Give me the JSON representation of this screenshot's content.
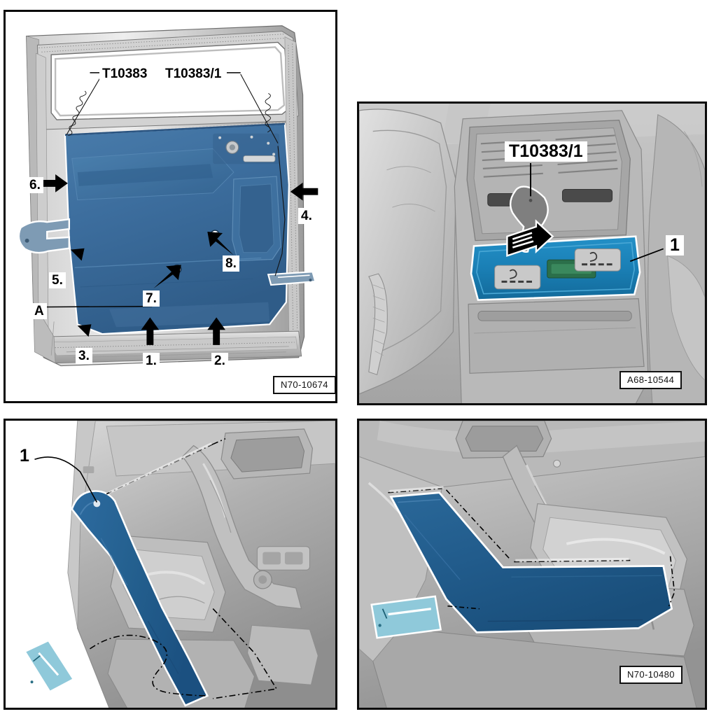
{
  "document": {
    "type": "vehicle-service-manual-illustration-sheet",
    "panel_count": 4
  },
  "panels": [
    {
      "id": "door-removal",
      "position": "top-left",
      "figure_id": "N70-10674",
      "description": "Rear door with door trim panel highlighted in blue, removal sequence arrows 1-8 and special tools T10383 / T10383/1",
      "tool_labels": [
        {
          "name": "T10383",
          "text": "T10383"
        },
        {
          "name": "T10383/1",
          "text": "T10383/1"
        }
      ],
      "letter_callouts": [
        {
          "text": "A"
        }
      ],
      "step_callouts": [
        {
          "text": "1.",
          "arrow": "up"
        },
        {
          "text": "2.",
          "arrow": "up"
        },
        {
          "text": "3.",
          "arrow": "diagonal-up-left"
        },
        {
          "text": "4.",
          "arrow": "left"
        },
        {
          "text": "5.",
          "arrow": "diagonal-up-right"
        },
        {
          "text": "6.",
          "arrow": "right"
        },
        {
          "text": "7.",
          "arrow": "diagonal-up-right"
        },
        {
          "text": "8.",
          "arrow": "diagonal-up-left"
        }
      ]
    },
    {
      "id": "console-trim",
      "position": "top-right",
      "figure_id": "A68-10544",
      "description": "Rear centre console air vent area with blue highlighted control panel, release tool T10383/1 inserted, component 1",
      "tool_labels": [
        {
          "name": "T10383/1",
          "text": "T10383/1"
        }
      ],
      "part_callouts": [
        {
          "text": "1"
        }
      ]
    },
    {
      "id": "trim-front",
      "position": "bottom-left",
      "figure_id": "",
      "description": "Front door trim decorative strip 1 highlighted in blue being separated from door panel, release wedge tool shown",
      "part_callouts": [
        {
          "text": "1"
        }
      ]
    },
    {
      "id": "trim-rear",
      "position": "bottom-right",
      "figure_id": "N70-10480",
      "description": "Rear door trim decorative strip highlighted in blue with release wedge tool",
      "part_callouts": []
    }
  ],
  "colors": {
    "highlight_blue": "#3b6e9e",
    "highlight_blue_dark": "#1f5b8c",
    "highlight_blue_deep": "#225d8d",
    "panel_blue_bright": "#1a7fb5",
    "tool_light_blue": "#8fc9da",
    "tool_grey_blue": "#7e9bb4",
    "sheet_metal_light": "#d8d8d8",
    "sheet_metal_mid": "#b4b4b4",
    "sheet_metal_dark": "#8d8d8d",
    "interior_grey": "#a9a9a9",
    "border_black": "#0a0a0a",
    "background_white": "#ffffff"
  }
}
